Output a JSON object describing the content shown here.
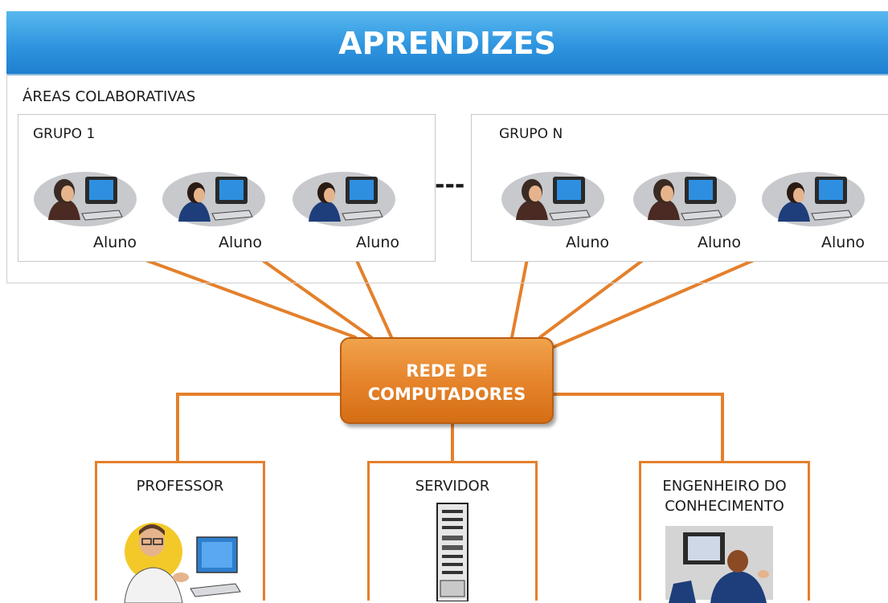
{
  "header": {
    "title": "APRENDIZES"
  },
  "collaborative": {
    "title": "ÁREAS COLABORATIVAS",
    "groups": [
      {
        "title": "GRUPO 1",
        "members": [
          "Aluno",
          "Aluno",
          "Aluno"
        ]
      },
      {
        "title": "GRUPO N",
        "members": [
          "Aluno",
          "Aluno",
          "Aluno"
        ]
      }
    ],
    "separator": "---"
  },
  "hub": {
    "line1": "REDE DE",
    "line2": "COMPUTADORES"
  },
  "nodes": [
    {
      "line1": "PROFESSOR",
      "line2": ""
    },
    {
      "line1": "SERVIDOR",
      "line2": ""
    },
    {
      "line1": "ENGENHEIRO DO",
      "line2": "CONHECIMENTO"
    }
  ],
  "colors": {
    "banner": "#2f95df",
    "accent": "#e4802b",
    "hub": "#e5822a"
  }
}
